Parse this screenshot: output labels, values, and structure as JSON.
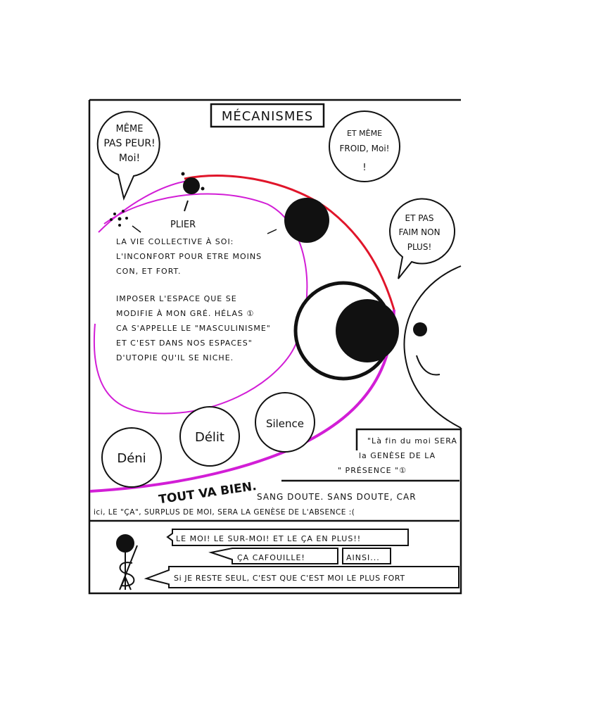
{
  "title": "MÉCANISMES",
  "bubbles": {
    "left": [
      "MÊME",
      "PAS PEUR!",
      "Moi!"
    ],
    "top_right": [
      "ET MÊME",
      "FROID, Moi!",
      "!"
    ],
    "right": [
      "ET PAS",
      "FAIM NON",
      "PLUS!"
    ]
  },
  "label_plier": "PLIER",
  "main_text": [
    "LA VIE COLLECTIVE À SOI:",
    "L'INCONFORT POUR ETRE MOINS",
    "CON, ET FORT.",
    "IMPOSER L'ESPACE QUE SE",
    "MODIFIE À MON GRÉ. HÉLAS ①",
    "CA S'APPELLE LE \"MASCULINISME\"",
    "ET C'EST DANS NOS ESPACES\"",
    "D'UTOPIE QU'IL SE NICHE."
  ],
  "circles": [
    "Déni",
    "Délit",
    "Silence"
  ],
  "tout_va_bien": "TOUT VA BIEN.",
  "quote": [
    "\"Là fin du moi SERA",
    "la GENÈSE DE LA",
    "\" PRÉSENCE \"①"
  ],
  "sans_doute": [
    "SANG DOUTE. SANS DOUTE, CAR",
    "ici, LE \"ÇA\", SURPLUS DE MOI, SERA LA GENÈSE DE L'ABSENCE :("
  ],
  "strip": {
    "line1": "LE MOI! LE SUR-MOI! ET LE ÇA EN PLUS!!",
    "line2": "ÇA CAFOUILLE!",
    "line2b": "AINSI...",
    "line3": "Si JE RESTE SEUL, C'EST QUE C'EST MOI LE PLUS FORT"
  },
  "colors": {
    "magenta": "#d21ed6",
    "red": "#e0152a",
    "ink": "#111111"
  }
}
